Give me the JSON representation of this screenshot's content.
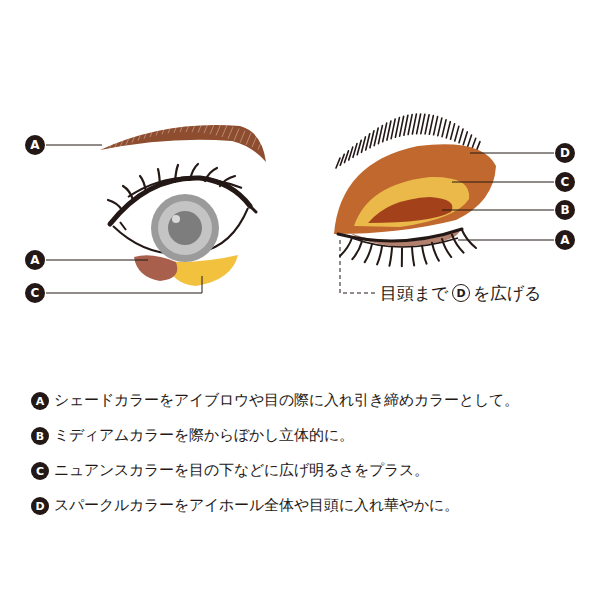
{
  "diagram": {
    "nodes": [
      {
        "text": [
          "A"
        ]
      },
      {
        "text": [
          "D"
        ]
      },
      {
        "text": [
          "C"
        ]
      },
      {
        "text": [
          "B"
        ]
      },
      {
        "text": [
          "A"
        ]
      },
      {
        "text": [
          "A"
        ]
      },
      {
        "text": [
          "C"
        ]
      },
      {
        "text": [
          "D"
        ]
      },
      {
        "text": [
          "A"
        ]
      },
      {
        "text": [
          "B"
        ]
      },
      {
        "text": [
          "C"
        ]
      },
      {
        "text": [
          "D"
        ]
      }
    ],
    "labels": [
      "目頭まで",
      "を広げる",
      "シェードカラーをアイブロウや目の際に入れ引き締めカラーとして。",
      "ミディアムカラーを際からぼかし立体的に。",
      "ニュアンスカラーを目の下などに広げ明るさをプラス。",
      "スパークルカラーをアイホール全体や目頭に入れ華やかに。"
    ]
  }
}
